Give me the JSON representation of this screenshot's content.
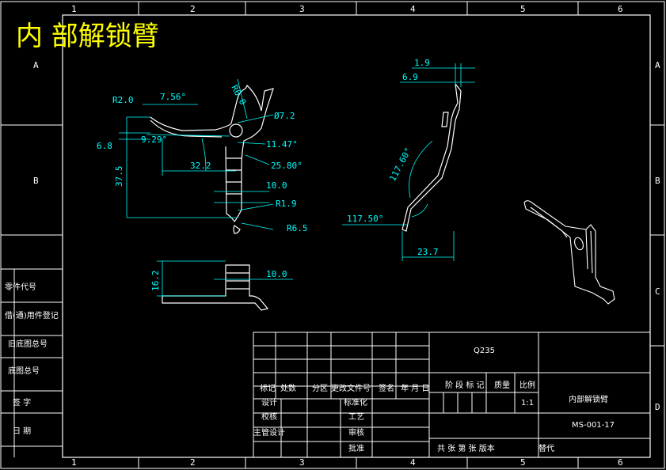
{
  "title": "内 部解锁臂",
  "grid": {
    "cols": [
      "1",
      "2",
      "3",
      "4",
      "5",
      "6"
    ],
    "rows": [
      "A",
      "B",
      "C",
      "D"
    ]
  },
  "side_labels": [
    "零件代号",
    "借(通)用件登记",
    "旧底图总号",
    "底图总号",
    "签 字",
    "日 期"
  ],
  "dims": {
    "r6": "R6.0",
    "r2": "R2.0",
    "a756": "7.56°",
    "d72": "Ø7.2",
    "d68": "6.8",
    "a929": "9.29°",
    "a1147": "11.47°",
    "d322": "32.2",
    "a2580": "25.80°",
    "d375": "37.5",
    "d100a": "10.0",
    "r19": "R1.9",
    "r65": "R6.5",
    "d162": "16.2",
    "d100b": "10.0",
    "d19": "1.9",
    "d69": "6.9",
    "a11760": "117.60°",
    "a11750": "117.50°",
    "d237": "23.7"
  },
  "title_block": {
    "material": "Q235",
    "headers": [
      "标记",
      "处数",
      "分区",
      "更改文件号",
      "签名",
      "年 月 日"
    ],
    "roles": [
      "设计",
      "校核",
      "主管设计"
    ],
    "roles2": [
      "标准化",
      "工艺",
      "审核",
      "批准"
    ],
    "stage_headers": [
      "阶 段 标 记",
      "质量",
      "比例"
    ],
    "scale": "1:1",
    "part_name": "内部解锁臂",
    "part_no": "MS-001-17",
    "footer": "共 张 第 张 版本",
    "replace": "替代"
  },
  "colors": {
    "line": "#ffffff",
    "dim": "#00ffff",
    "title": "#ffff00",
    "bg": "#000000"
  }
}
